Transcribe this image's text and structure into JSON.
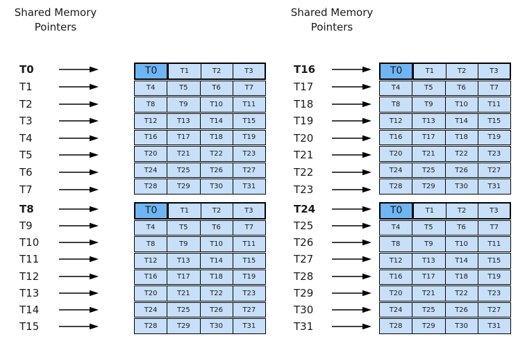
{
  "titles": {
    "left": {
      "line1": "Shared Memory",
      "line2": "Pointers"
    },
    "right": {
      "line1": "Shared Memory",
      "line2": "Pointers"
    }
  },
  "pointer_groups": [
    {
      "labels": [
        "T0",
        "T1",
        "T2",
        "T3",
        "T4",
        "T5",
        "T6",
        "T7"
      ],
      "bold_label": "T0"
    },
    {
      "labels": [
        "T8",
        "T9",
        "T10",
        "T11",
        "T12",
        "T13",
        "T14",
        "T15"
      ],
      "bold_label": "T8"
    },
    {
      "labels": [
        "T16",
        "T17",
        "T18",
        "T19",
        "T20",
        "T21",
        "T22",
        "T23"
      ],
      "bold_label": "T16"
    },
    {
      "labels": [
        "T24",
        "T25",
        "T26",
        "T27",
        "T28",
        "T29",
        "T30",
        "T31"
      ],
      "bold_label": "T24"
    }
  ],
  "memory_table": {
    "rows": [
      [
        "T0",
        "T1",
        "T2",
        "T3"
      ],
      [
        "T4",
        "T5",
        "T6",
        "T7"
      ],
      [
        "T8",
        "T9",
        "T10",
        "T11"
      ],
      [
        "T12",
        "T13",
        "T14",
        "T15"
      ],
      [
        "T16",
        "T17",
        "T18",
        "T19"
      ],
      [
        "T20",
        "T21",
        "T22",
        "T23"
      ],
      [
        "T24",
        "T25",
        "T26",
        "T27"
      ],
      [
        "T28",
        "T29",
        "T30",
        "T31"
      ]
    ],
    "highlight_cell": "T0"
  },
  "icons": {
    "pointer_arrow": "right-arrow-icon"
  },
  "colors": {
    "cell_bg": "#C7DFF8",
    "highlight_bg": "#6FB5F4",
    "border_color": "#000000",
    "text_color": "#1A1A1A"
  }
}
